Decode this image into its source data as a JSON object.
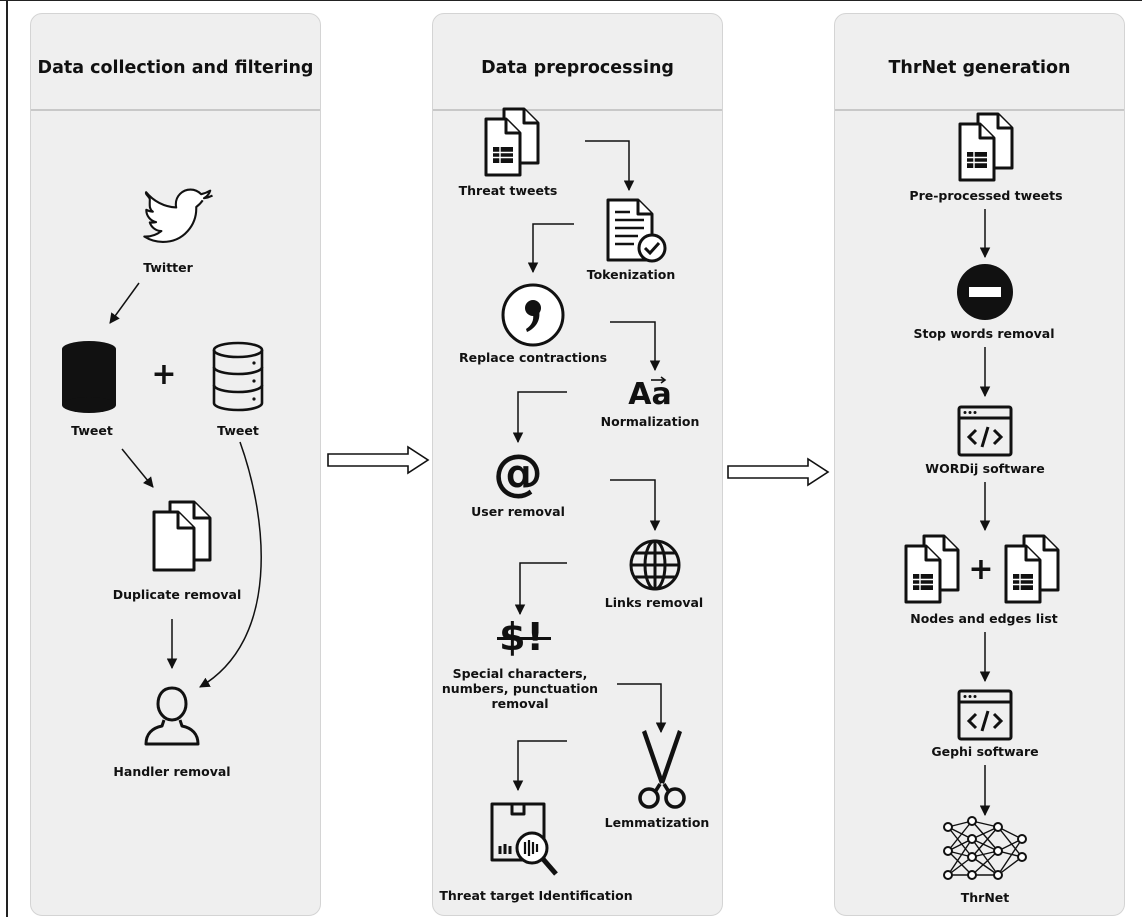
{
  "panels": [
    {
      "title": "Data collection and filtering",
      "nodes": [
        {
          "label": "Twitter",
          "icon": "twitter-bird-icon"
        },
        {
          "label": "Tweet",
          "icon": "database-filled-icon"
        },
        {
          "label": "Tweet",
          "icon": "database-outline-icon"
        },
        {
          "label": "Duplicate removal",
          "icon": "duplicate-documents-icon"
        },
        {
          "label": "Handler removal",
          "icon": "user-icon"
        }
      ],
      "plus": "+"
    },
    {
      "title": "Data preprocessing",
      "nodes": [
        {
          "label": "Threat tweets",
          "icon": "document-table-icon"
        },
        {
          "label": "Tokenization",
          "icon": "document-check-icon"
        },
        {
          "label": "Replace contractions",
          "icon": "comma-circle-icon"
        },
        {
          "label": "Normalization",
          "icon": "aa-icon",
          "glyph": "Aa"
        },
        {
          "label": "User removal",
          "icon": "at-sign-icon",
          "glyph": "@"
        },
        {
          "label": "Links removal",
          "icon": "globe-icon"
        },
        {
          "label": "Special characters, numbers, punctuation removal",
          "icon": "special-chars-icon",
          "glyph": "$!"
        },
        {
          "label": "Lemmatization",
          "icon": "scissors-icon"
        },
        {
          "label": "Threat target Identification",
          "icon": "box-search-icon"
        }
      ]
    },
    {
      "title": "ThrNet generation",
      "nodes": [
        {
          "label": "Pre-processed tweets",
          "icon": "document-table-icon"
        },
        {
          "label": "Stop words removal",
          "icon": "minus-circle-icon"
        },
        {
          "label": "WORDij software",
          "icon": "code-window-icon"
        },
        {
          "label": "Nodes and edges list",
          "icon": "document-table-icon"
        },
        {
          "label": "Gephi software",
          "icon": "code-window-icon"
        },
        {
          "label": "ThrNet",
          "icon": "neural-network-icon"
        }
      ],
      "plus": "+"
    }
  ]
}
